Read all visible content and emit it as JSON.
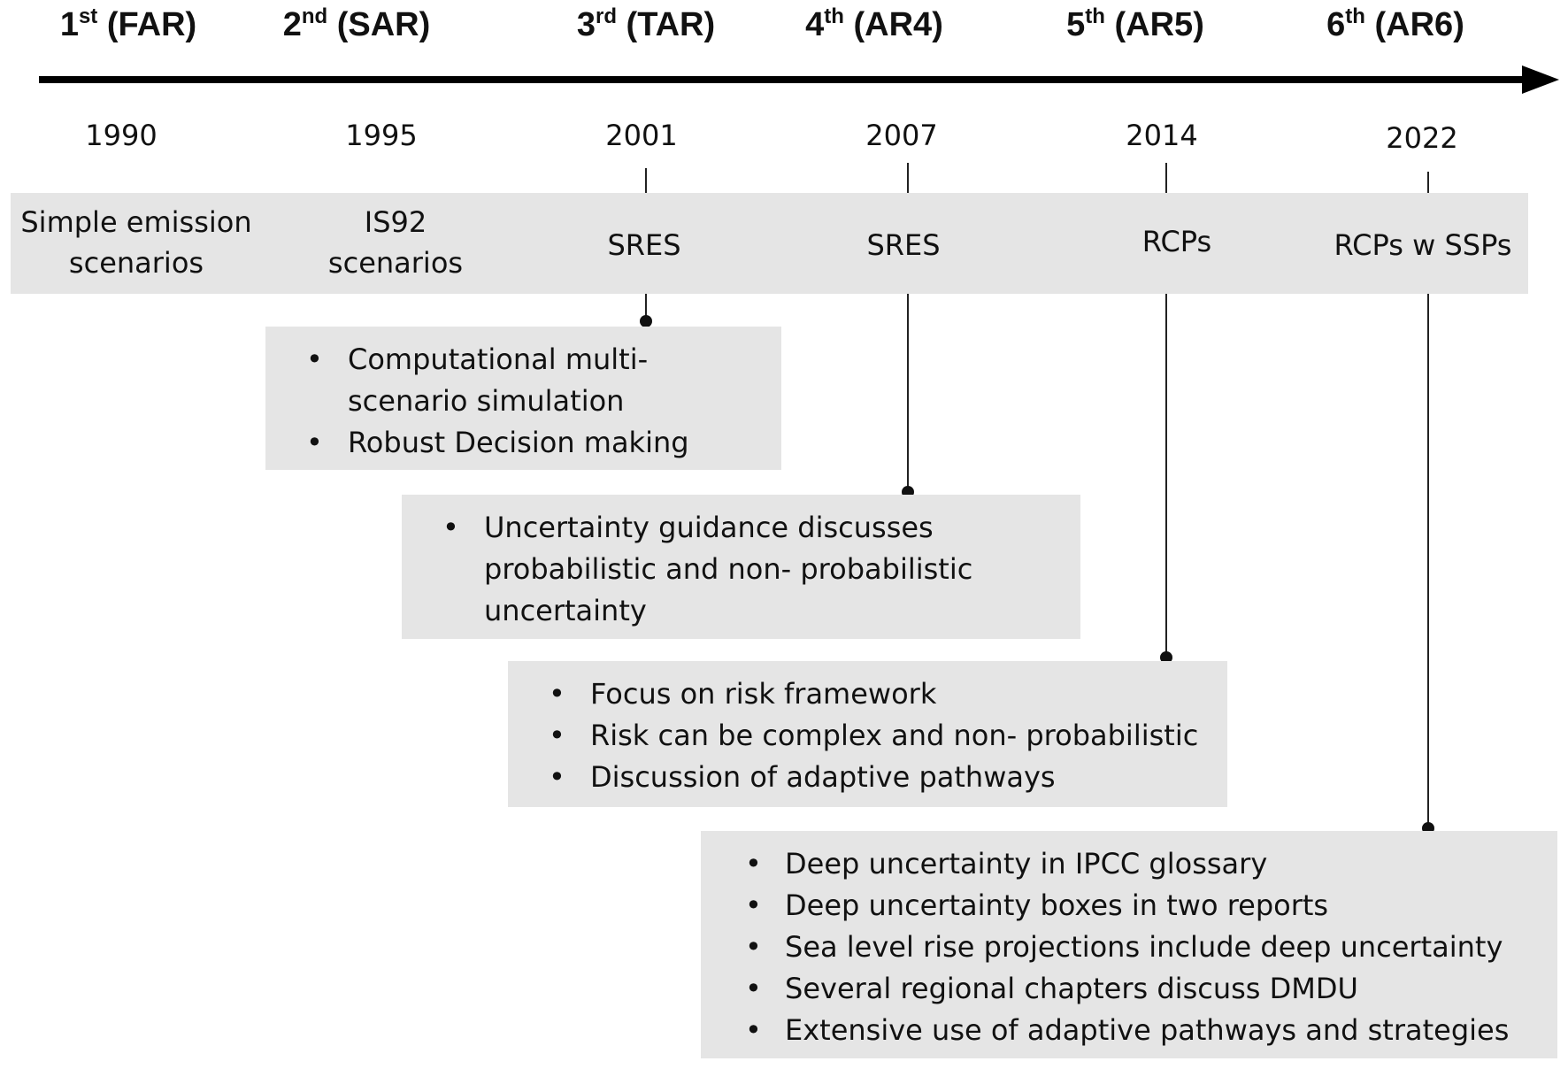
{
  "reports": [
    {
      "ordinal": "1",
      "sup": "st",
      "abbr": "(FAR)"
    },
    {
      "ordinal": "2",
      "sup": "nd",
      "abbr": "(SAR)"
    },
    {
      "ordinal": "3",
      "sup": "rd",
      "abbr": "(TAR)"
    },
    {
      "ordinal": "4",
      "sup": "th",
      "abbr": "(AR4)"
    },
    {
      "ordinal": "5",
      "sup": "th",
      "abbr": "(AR5)"
    },
    {
      "ordinal": "6",
      "sup": "th",
      "abbr": "(AR6)"
    }
  ],
  "years": [
    "1990",
    "1995",
    "2001",
    "2007",
    "2014",
    "2022"
  ],
  "scenarios": [
    {
      "line1": "Simple emission",
      "line2": "scenarios"
    },
    {
      "line1": "IS92",
      "line2": "scenarios"
    },
    {
      "line1": "SRES",
      "line2": ""
    },
    {
      "line1": "SRES",
      "line2": ""
    },
    {
      "line1": "RCPs",
      "line2": ""
    },
    {
      "line1": "RCPs w SSPs",
      "line2": ""
    }
  ],
  "boxes": [
    {
      "lines": [
        {
          "bullet": "•",
          "text": "Computational multi-"
        },
        {
          "bullet": "",
          "text": "scenario simulation"
        },
        {
          "bullet": "•",
          "text": "Robust Decision making"
        }
      ]
    },
    {
      "lines": [
        {
          "bullet": "•",
          "text": "Uncertainty guidance discusses"
        },
        {
          "bullet": "",
          "text": "probabilistic and non- probabilistic"
        },
        {
          "bullet": "",
          "text": "uncertainty"
        }
      ]
    },
    {
      "lines": [
        {
          "bullet": "•",
          "text": "Focus on risk framework"
        },
        {
          "bullet": "•",
          "text": "Risk can be complex and non- probabilistic"
        },
        {
          "bullet": "•",
          "text": "Discussion of adaptive pathways"
        }
      ]
    },
    {
      "lines": [
        {
          "bullet": "•",
          "text": "Deep uncertainty in IPCC glossary"
        },
        {
          "bullet": "•",
          "text": "Deep uncertainty boxes in two reports"
        },
        {
          "bullet": "•",
          "text": "Sea level rise projections include deep uncertainty"
        },
        {
          "bullet": "•",
          "text": "Several regional chapters discuss DMDU"
        },
        {
          "bullet": "•",
          "text": "Extensive use of adaptive pathways and strategies"
        }
      ]
    }
  ],
  "colors": {
    "box_fill": "#e5e5e5",
    "axis": "#000000"
  }
}
